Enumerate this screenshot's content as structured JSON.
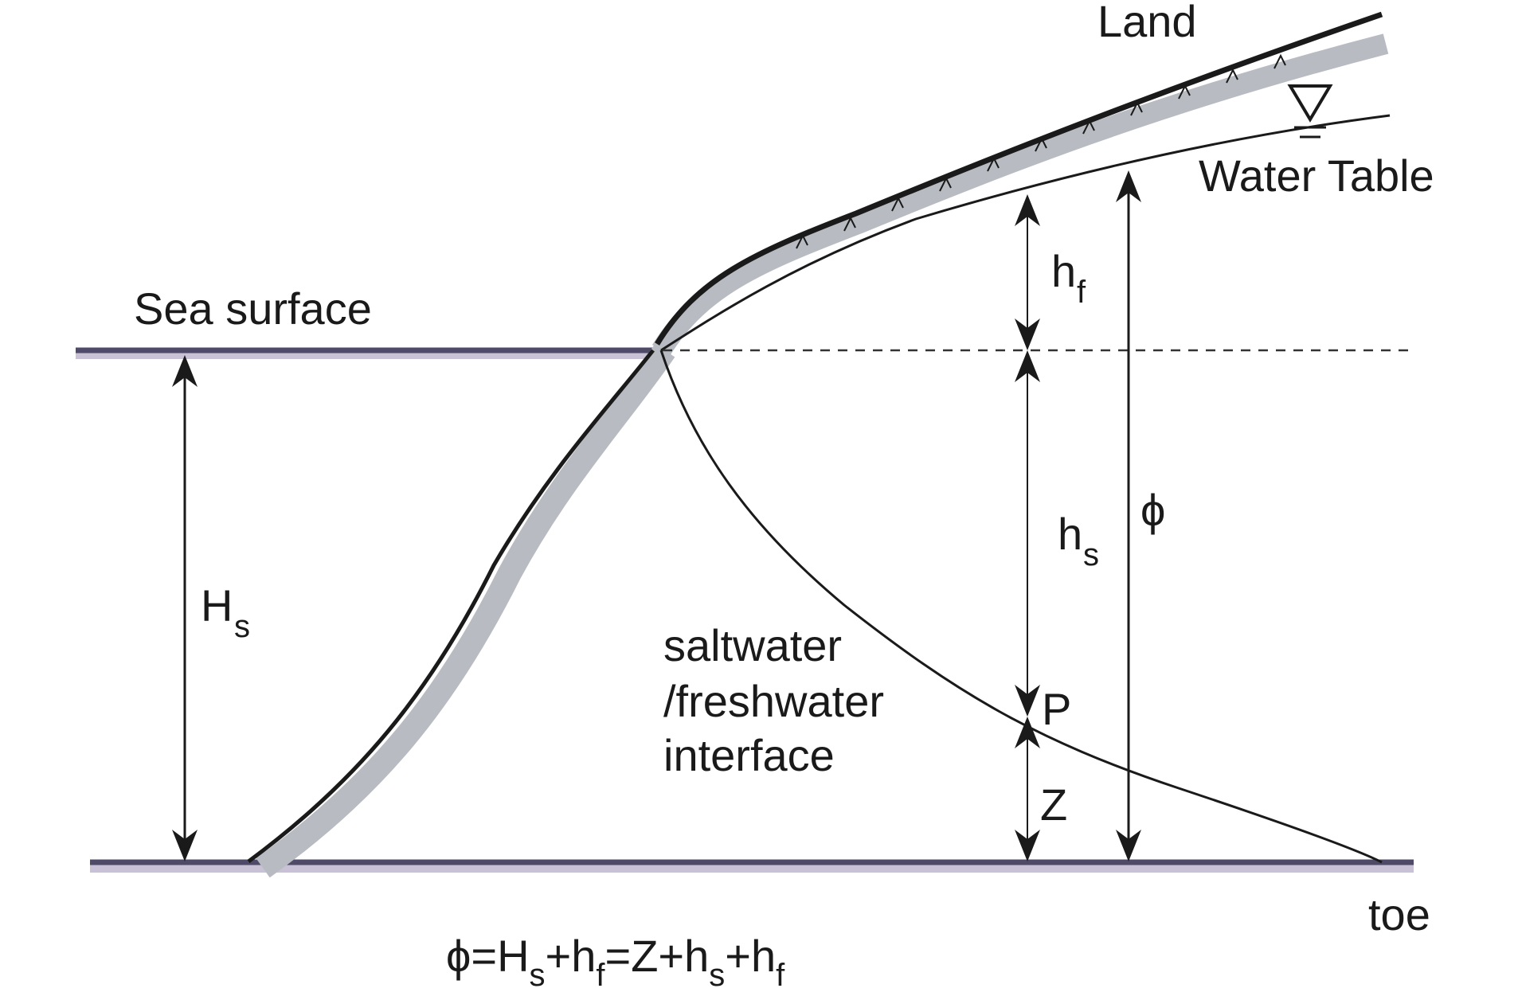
{
  "labels": {
    "land": "Land",
    "water_table": "Water Table",
    "sea_surface": "Sea surface",
    "toe": "toe",
    "interface_line1": "saltwater",
    "interface_line2": "/freshwater",
    "interface_line3": "interface",
    "Hs_main": "H",
    "Hs_sub": "s",
    "hf_main": "h",
    "hf_sub": "f",
    "hs_main": "h",
    "hs_sub": "s",
    "phi": "ϕ",
    "P": "P",
    "Z": "Z"
  },
  "formula": {
    "p1": "ϕ=H",
    "s1": "s",
    "p2": "+h",
    "s2": "f",
    "p3": "=Z+h",
    "s3": "s",
    "p4": "+h",
    "s4": "f"
  },
  "colors": {
    "line": "#1a1a1a",
    "sea_line": "#4e4a68",
    "sea_line_shadow": "#c9c2d6",
    "land_fill": "#b8bcc2",
    "dashed": "#333333"
  }
}
